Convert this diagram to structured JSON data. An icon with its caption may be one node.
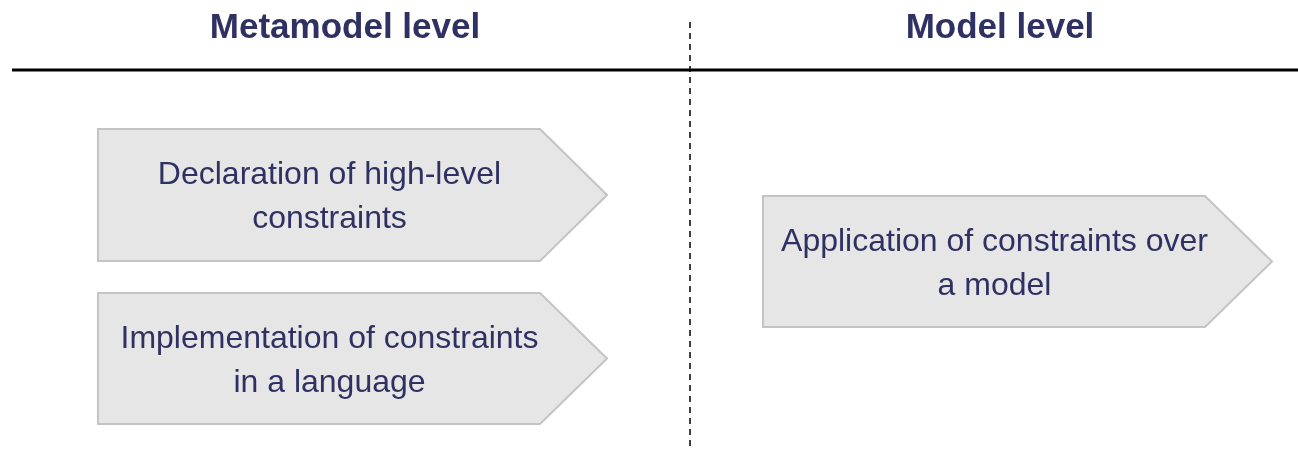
{
  "diagram": {
    "nodes": [
      {
        "text": [
          "Declaration of high-level constraints"
        ]
      },
      {
        "text": [
          "Implementation of constraints in a language"
        ]
      },
      {
        "text": [
          "Application of constraints over a model"
        ]
      }
    ],
    "labels": [
      "Metamodel level",
      "Model level"
    ]
  }
}
